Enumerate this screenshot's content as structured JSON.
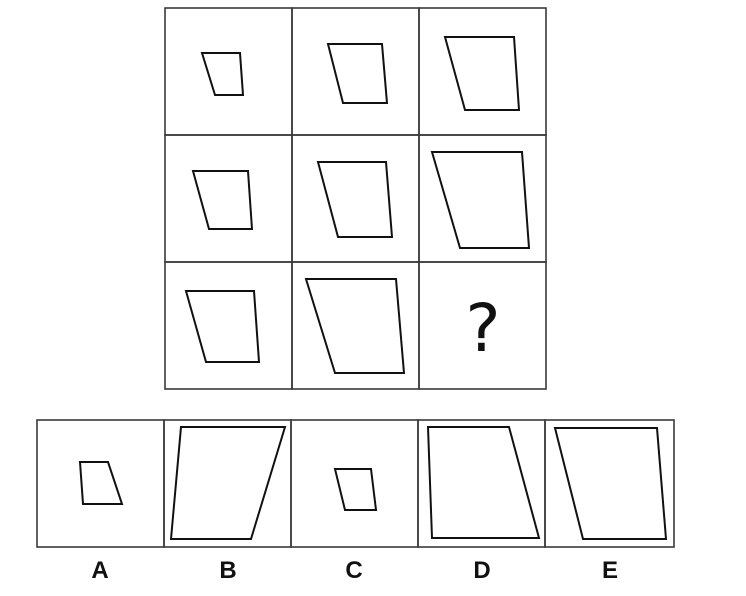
{
  "matrix": {
    "missing_symbol": "?"
  },
  "options": [
    {
      "label": "A"
    },
    {
      "label": "B"
    },
    {
      "label": "C"
    },
    {
      "label": "D"
    },
    {
      "label": "E"
    }
  ]
}
